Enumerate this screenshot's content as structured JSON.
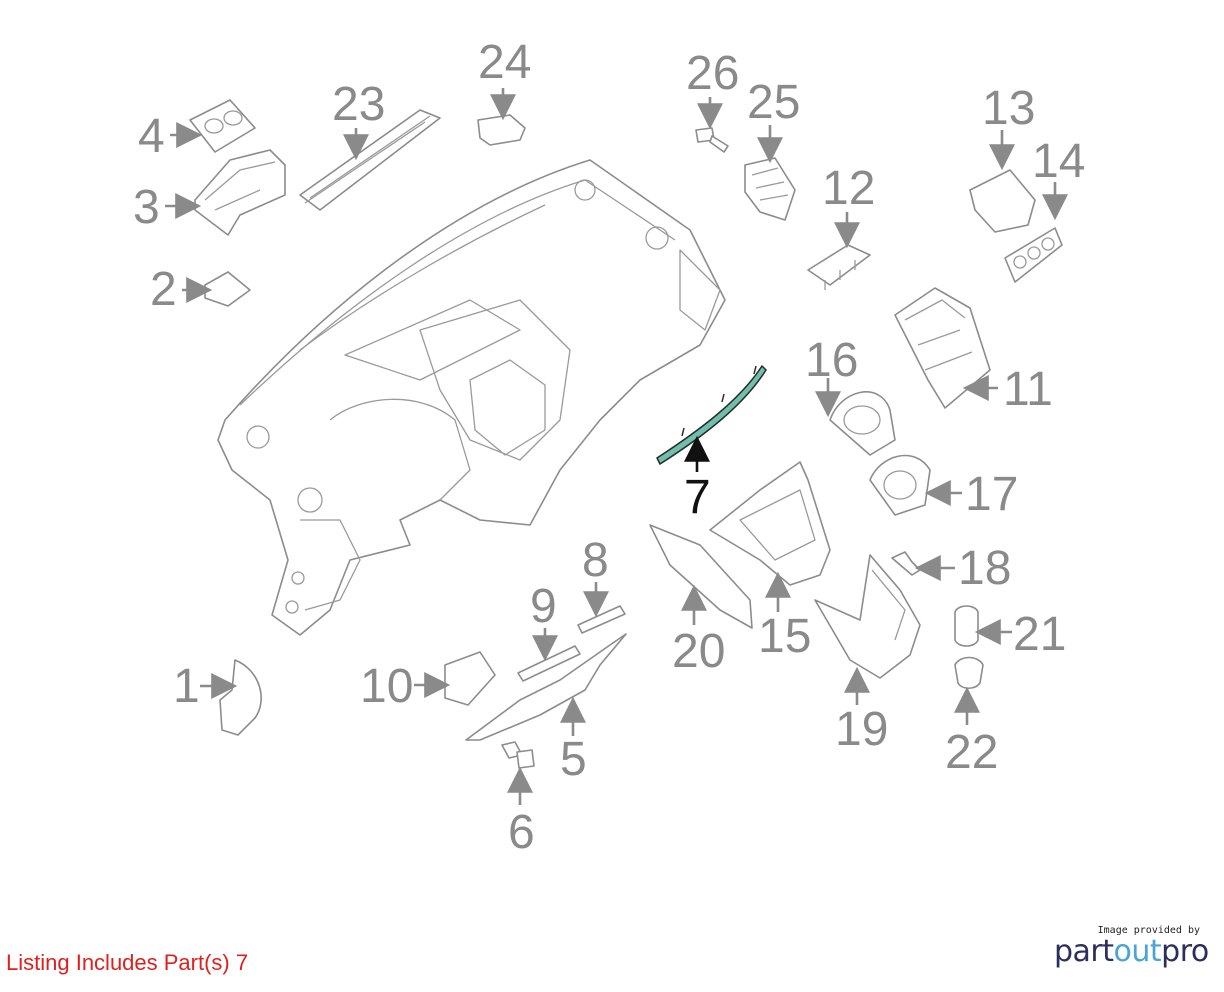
{
  "callouts": [
    "1",
    "2",
    "3",
    "4",
    "5",
    "6",
    "7",
    "8",
    "9",
    "10",
    "11",
    "12",
    "13",
    "14",
    "15",
    "16",
    "17",
    "18",
    "19",
    "20",
    "21",
    "22",
    "23",
    "24",
    "25",
    "26"
  ],
  "highlighted_part": "7",
  "highlight_color": "#6fbfad",
  "footer": {
    "listing_note": "Listing Includes Part(s) 7",
    "credit_line": "Image provided by",
    "brand_main_a": "part",
    "brand_accent": "out",
    "brand_main_b": "pro"
  }
}
